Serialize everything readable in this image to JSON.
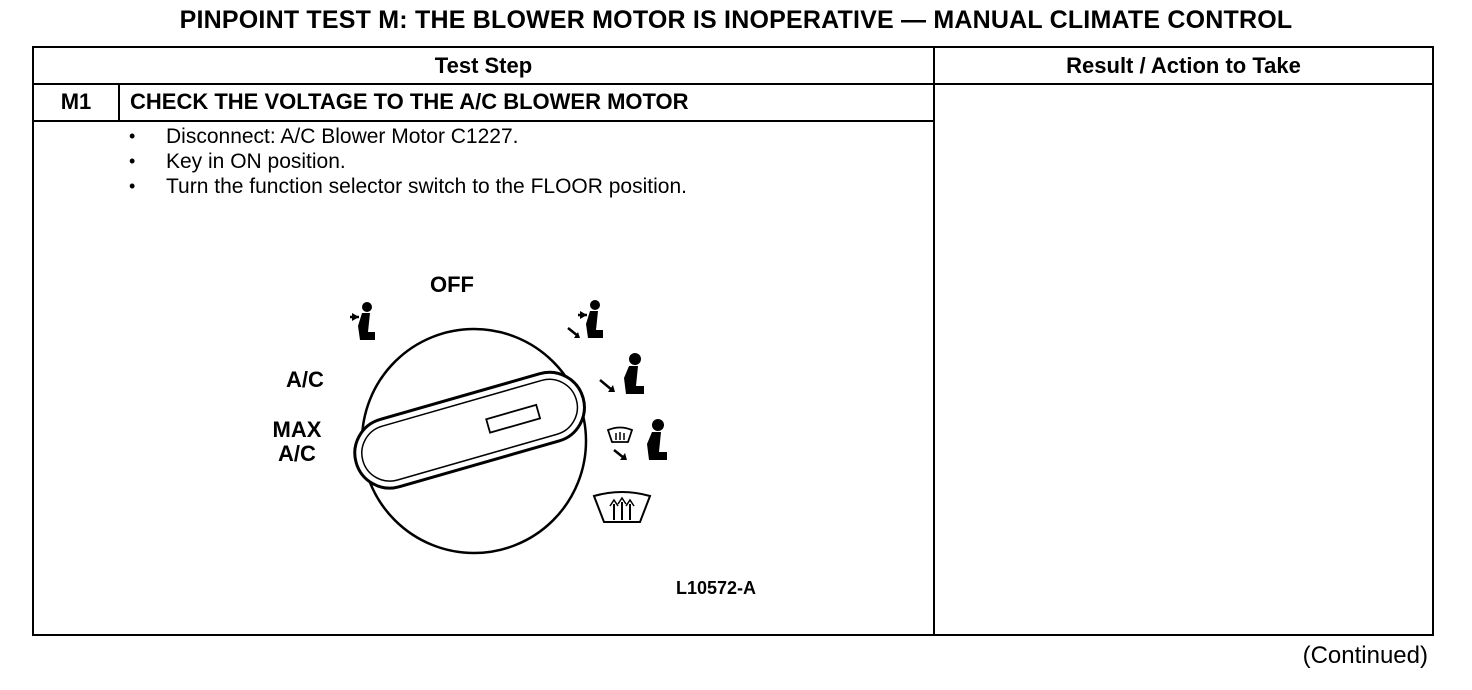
{
  "title": "PINPOINT TEST  M: THE BLOWER MOTOR IS INOPERATIVE — MANUAL CLIMATE CONTROL",
  "table": {
    "header_test_step": "Test Step",
    "header_result": "Result / Action to Take"
  },
  "step": {
    "id": "M1",
    "title": "CHECK THE VOLTAGE TO THE A/C BLOWER MOTOR",
    "bullets": [
      "Disconnect: A/C Blower Motor C1227.",
      "Key in ON position.",
      "Turn the function selector switch to the FLOOR position."
    ]
  },
  "figure": {
    "labels": {
      "off": "OFF",
      "ac": "A/C",
      "max_ac_line1": "MAX",
      "max_ac_line2": "A/C"
    },
    "icons": [
      "panel-vent-icon",
      "panel-floor-icon",
      "floor-icon",
      "floor-defrost-icon",
      "defrost-icon"
    ],
    "figure_id": "L10572-A"
  },
  "continued": "(Continued)"
}
